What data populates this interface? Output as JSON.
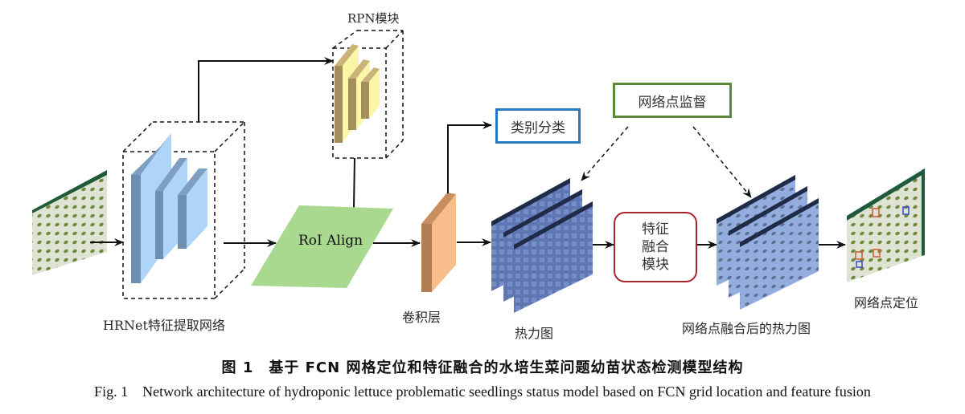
{
  "labels": {
    "rpn": "RPN模块",
    "hrnet": "HRNet特征提取网络",
    "roi_align": "RoI Align",
    "conv_layer": "卷积层",
    "classification": "类别分类",
    "grid_supervision": "网络点监督",
    "heatmap": "热力图",
    "feature_fusion": "特征\n融合\n模块",
    "feature_fusion_lines": [
      "特征",
      "融合",
      "模块"
    ],
    "fused_heatmap": "网络点融合后的热力图",
    "grid_location": "网络点定位"
  },
  "caption": {
    "cn": "图 1　基于 FCN 网格定位和特征融合的水培生菜问题幼苗状态检测模型结构",
    "en": "Fig. 1　Network architecture of hydroponic lettuce problematic seedlings status model based on FCN grid location and feature fusion"
  },
  "colors": {
    "hrnet_face": "#aed4f7",
    "hrnet_side": "#6e8fb0",
    "rpn_face": "#fbf5a8",
    "rpn_side": "#a38f5c",
    "roi_align": "#a8d98e",
    "conv_face": "#f7bd8a",
    "conv_side": "#b07d55",
    "classification_border": "#2a78c0",
    "supervision_border": "#5a8a3a",
    "fusion_border": "#a8242a",
    "heatmap_dark": "#2e4270",
    "heatmap_light": "#7f98d4",
    "fused_light": "#9bb4ec"
  }
}
